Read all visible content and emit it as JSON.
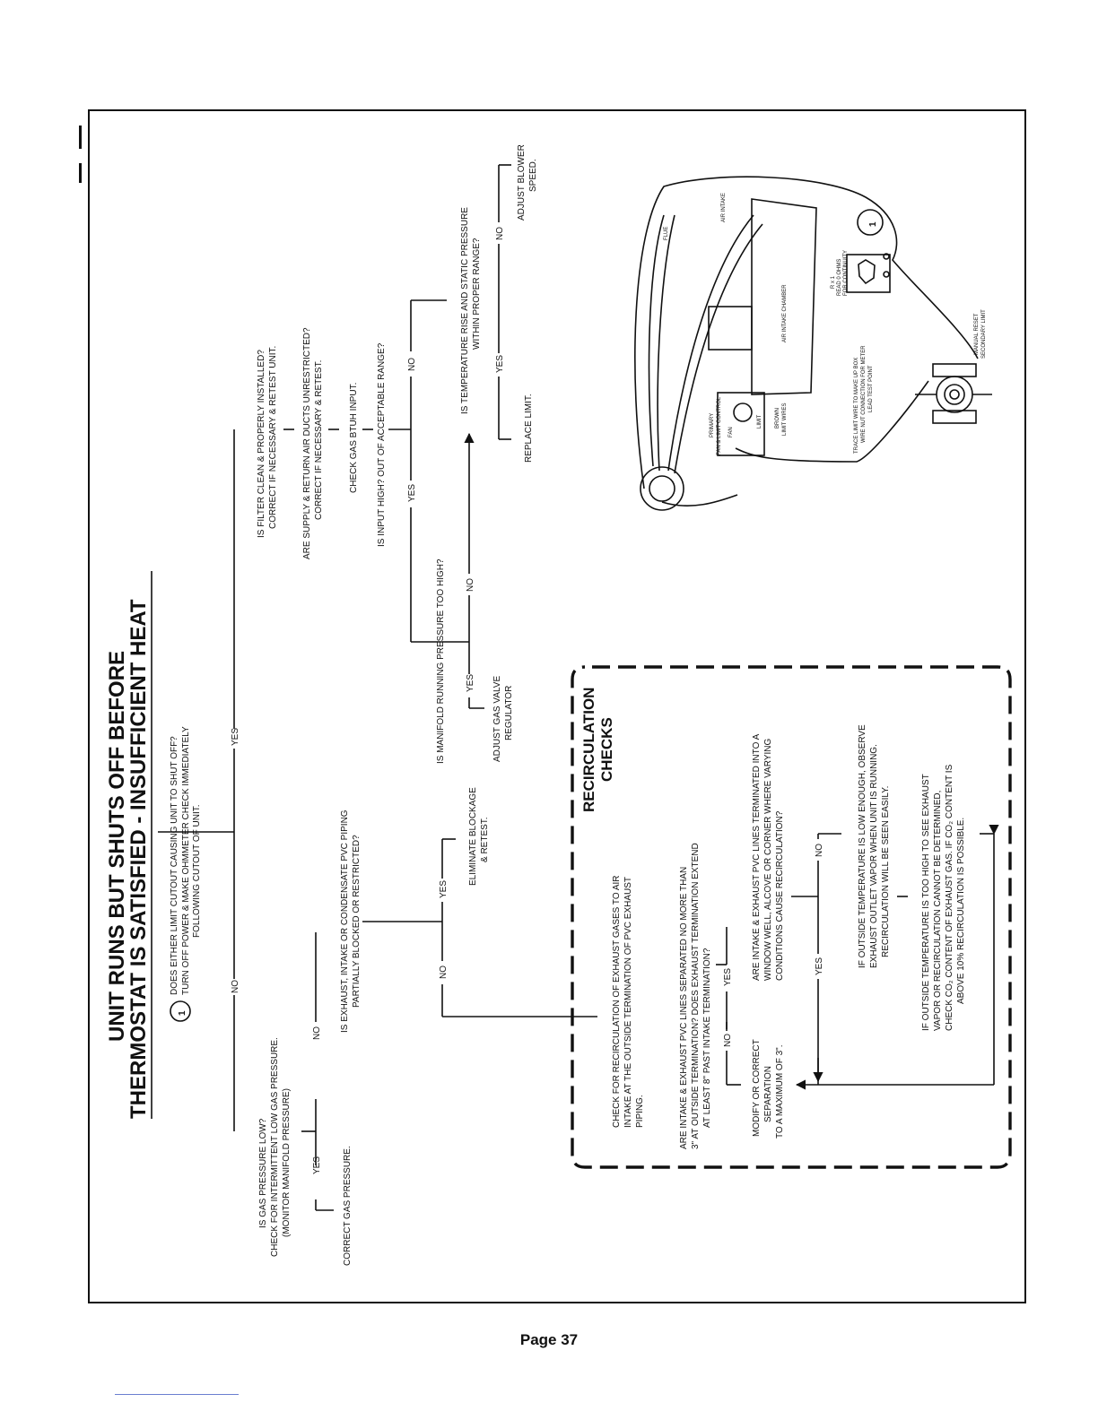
{
  "title": {
    "line1": "UNIT RUNS BUT SHUTS OFF BEFORE",
    "line2": "THERMOSTAT IS SATISFIED - INSUFFICIENT HEAT"
  },
  "marker": "1",
  "start": {
    "line1": "DOES EITHER LIMIT CUTOUT CAUSING UNIT TO SHUT OFF?",
    "line2": "TURN OFF POWER & MAKE OHMMETER CHECK IMMEDIATELY",
    "line3": "FOLLOWING CUTOUT OF UNIT."
  },
  "labels": {
    "yes": "YES",
    "no": "NO"
  },
  "gas": {
    "q1": "IS GAS PRESSURE LOW?",
    "q2": "CHECK FOR INTERMITTENT LOW GAS PRESSURE.",
    "q3": "(MONITOR MANIFOLD PRESSURE)",
    "fix": "CORRECT GAS PRESSURE."
  },
  "pvc": {
    "q1": "IS EXHAUST, INTAKE OR CONDENSATE PVC PIPING",
    "q2": "PARTIALLY BLOCKED OR RESTRICTED?",
    "fix1": "ELIMINATE BLOCKAGE",
    "fix2": "& RETEST."
  },
  "manifold": {
    "q": "IS MANIFOLD RUNNING PRESSURE TOO HIGH?",
    "fix1": "ADJUST GAS VALVE",
    "fix2": "REGULATOR"
  },
  "filter": {
    "q1": "IS FILTER CLEAN & PROPERLY INSTALLED?",
    "q2": "CORRECT IF NECESSARY & RETEST UNIT."
  },
  "ducts": {
    "q1": "ARE SUPPLY & RETURN AIR DUCTS UNRESTRICTED?",
    "q2": "CORRECT IF NECESSARY & RETEST."
  },
  "btuh": "CHECK GAS BTUH INPUT.",
  "input": "IS INPUT HIGH? OUT OF ACCEPTABLE RANGE?",
  "temp": {
    "q1": "IS TEMPERATURE RISE AND STATIC PRESSURE",
    "q2": "WITHIN PROPER RANGE?",
    "fix_yes": "REPLACE LIMIT.",
    "fix_no1": "ADJUST BLOWER",
    "fix_no2": "SPEED."
  },
  "recirc": {
    "title1": "RECIRCULATION",
    "title2": "CHECKS",
    "check1": "CHECK FOR RECIRCULATION OF EXHAUST GASES TO AIR",
    "check2": "INTAKE AT THE OUTSIDE TERMINATION OF PVC EXHAUST",
    "check3": "PIPING.",
    "q1a": "ARE INTAKE & EXHAUST PVC LINES SEPARATED NO MORE THAN",
    "q1b": "3\" AT OUTSIDE TERMINATION? DOES EXHAUST TERMINATION EXTEND",
    "q1c": "AT LEAST 8\" PAST INTAKE TERMINATION?",
    "fix1a": "MODIFY OR CORRECT",
    "fix1b": "SEPARATION",
    "fix1c": "TO A MAXIMUM OF 3\".",
    "q2a": "ARE INTAKE & EXHAUST PVC LINES TERMINATED INTO A",
    "q2b": "WINDOW WELL, ALCOVE OR CORNER WHERE VARYING",
    "q2c": "CONDITIONS CAUSE RECIRCULATION?",
    "low1": "IF OUTSIDE TEMPERATURE IS LOW ENOUGH, OBSERVE",
    "low2": "EXHAUST OUTLET VAPOR WHEN UNIT IS RUNNING.",
    "low3": "RECIRCULATION WILL BE SEEN EASILY.",
    "high1": "IF OUTSIDE TEMPERATURE IS TOO HIGH TO SEE EXHAUST",
    "high2": "VAPOR OR RECIRCULATION CANNOT BE DETERMINED,",
    "high3": "CHECK CO₂ CONTENT OF EXHAUST GAS. IF CO₂ CONTENT IS",
    "high4": "ABOVE 10% RECIRCULATION IS POSSIBLE."
  },
  "diagram": {
    "flue": "FLUE",
    "air_intake": "AIR INTAKE",
    "chamber": "AIR INTAKE CHAMBER",
    "rx1": "R x 1",
    "read0": "READ 0 OHMS",
    "continuity": "FOR CONTINUITY",
    "primary1": "PRIMARY",
    "primary2": "FAN & LIMIT CONTROL",
    "fan": "FAN",
    "limit": "LIMIT",
    "brown1": "BROWN",
    "brown2": "LIMIT WIRES",
    "trace1": "TRACE LIMIT WIRE TO MAKE UP BOX",
    "trace2": "WIRE NUT CONNECTION FOR METER",
    "trace3": "LEAD TEST POINT",
    "manual1": "MANUAL RESET",
    "manual2": "SECONDARY LIMIT",
    "marker": "1"
  },
  "page": "Page 37"
}
